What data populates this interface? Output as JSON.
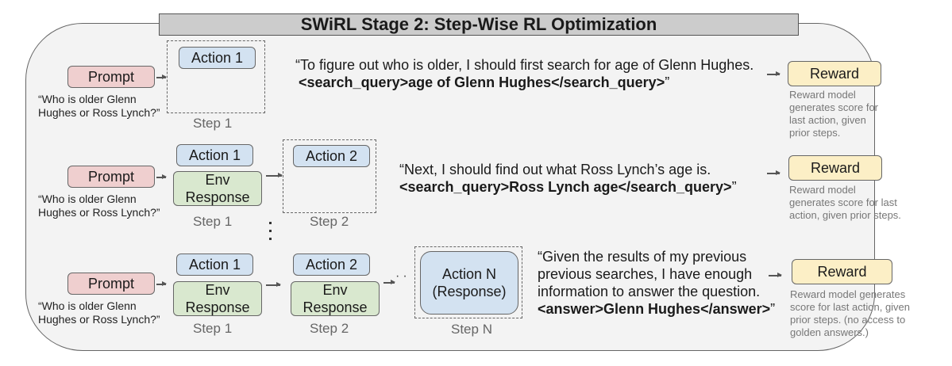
{
  "title": "SWiRL Stage 2: Step-Wise RL Optimization",
  "rows": [
    {
      "prompt_label": "Prompt",
      "question": [
        "“Who is older Glenn",
        "Hughes or Ross Lynch?”"
      ],
      "steps": [
        {
          "action": "Action 1",
          "step_label": "Step 1"
        }
      ],
      "cot_text": "“To figure out who is older, I should first search for age of Glenn Hughes.",
      "cot_bold": "<search_query>age of Glenn Hughes</search_query>",
      "cot_close": "”",
      "reward_label": "Reward",
      "reward_desc": [
        "Reward model",
        "generates score for",
        "last action, given",
        "prior steps."
      ]
    },
    {
      "prompt_label": "Prompt",
      "question": [
        "“Who is older Glenn",
        "Hughes or Ross Lynch?”"
      ],
      "steps": [
        {
          "action": "Action 1",
          "env": [
            "Env",
            "Response"
          ],
          "step_label": "Step 1"
        },
        {
          "action": "Action 2",
          "step_label": "Step 2"
        }
      ],
      "cot_text": "“Next, I should find out what Ross Lynch’s age is.",
      "cot_bold": "<search_query>Ross Lynch age</search_query>",
      "cot_close": "”",
      "reward_label": "Reward",
      "reward_desc": [
        "Reward model",
        "generates score for last",
        "action, given prior steps."
      ]
    },
    {
      "prompt_label": "Prompt",
      "question": [
        "“Who is older Glenn",
        "Hughes or Ross Lynch?”"
      ],
      "steps": [
        {
          "action": "Action 1",
          "env": [
            "Env",
            "Response"
          ],
          "step_label": "Step 1"
        },
        {
          "action": "Action 2",
          "env": [
            "Env",
            "Response"
          ],
          "step_label": "Step 2"
        },
        {
          "action": [
            "Action N",
            "(Response)"
          ],
          "step_label": "Step N"
        }
      ],
      "cot_lines": [
        "“Given the results of my previous",
        "previous searches, I have enough",
        "information to answer the question."
      ],
      "cot_bold": "<answer>Glenn Hughes</answer>",
      "cot_close": "”",
      "reward_label": "Reward",
      "reward_desc": [
        "Reward model generates",
        "score for last action, given",
        "prior steps. (no access to",
        "golden answers.)"
      ]
    }
  ],
  "colors": {
    "prompt": "#efcfcf",
    "action": "#d3e2f1",
    "env_response": "#d9e8cf",
    "reward": "#fcefc6",
    "title_bar": "#cccccc",
    "background": "#f3f3f3"
  }
}
